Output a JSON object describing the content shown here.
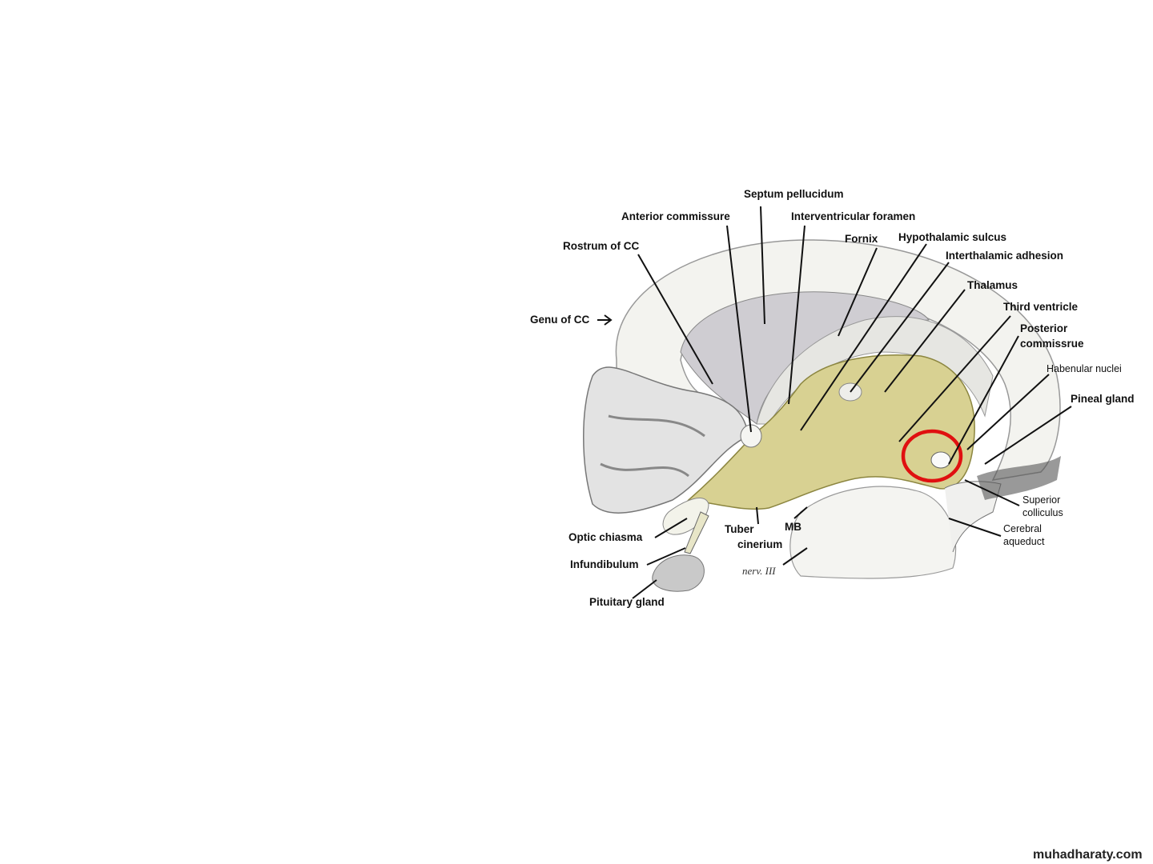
{
  "diagram": {
    "labels": {
      "septum_pellucidum": "Septum pellucidum",
      "anterior_commissure": "Anterior commissure",
      "interventricular_foramen": "Interventricular foramen",
      "fornix": "Fornix",
      "hypothalamic_sulcus": "Hypothalamic sulcus",
      "interthalamic_adhesion": "Interthalamic adhesion",
      "thalamus": "Thalamus",
      "third_ventricle": "Third ventricle",
      "posterior_commissure_1": "Posterior",
      "posterior_commissure_2": "commissrue",
      "habenular_nuclei": "Habenular nuclei",
      "pineal_gland": "Pineal gland",
      "superior_colliculus_1": "Superior",
      "superior_colliculus_2": "colliculus",
      "cerebral_aqueduct_1": "Cerebral",
      "cerebral_aqueduct_2": "aqueduct",
      "rostrum_of_cc": "Rostrum of CC",
      "genu_of_cc": "Genu of CC",
      "optic_chiasma": "Optic chiasma",
      "infundibulum": "Infundibulum",
      "pituitary_gland": "Pituitary gland",
      "tuber_cinerium_1": "Tuber",
      "tuber_cinerium_2": "cinerium",
      "mb": "MB",
      "nerv_iii": "nerv. III"
    },
    "colors": {
      "diencephalon": "#d8d192",
      "highlight_circle": "#e01010"
    }
  },
  "watermark": "muhadharaty.com"
}
